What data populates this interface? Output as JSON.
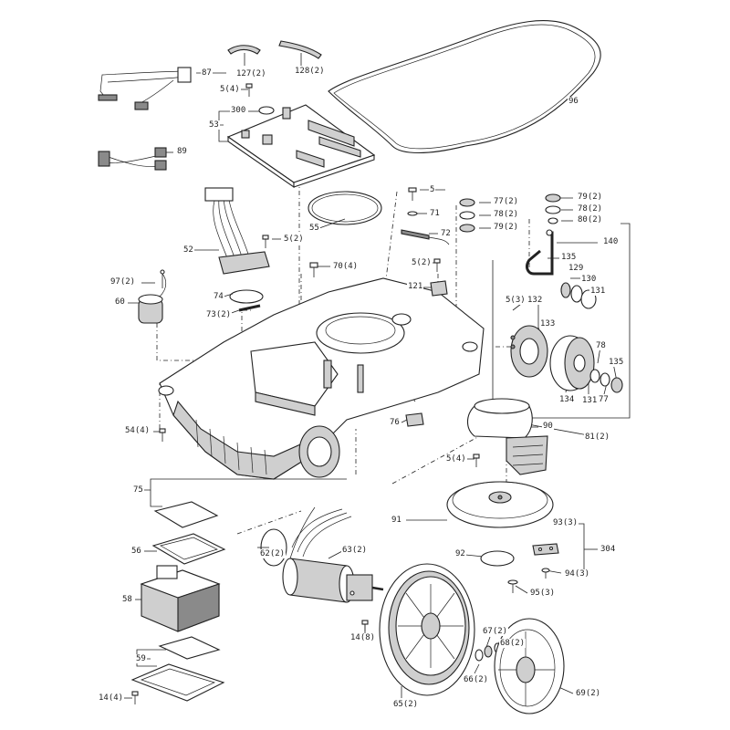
{
  "callouts": [
    {
      "id": "87",
      "label": "87"
    },
    {
      "id": "127",
      "label": "127(2)"
    },
    {
      "id": "128",
      "label": "128(2)"
    },
    {
      "id": "96",
      "label": "96"
    },
    {
      "id": "5a",
      "label": "5(4)"
    },
    {
      "id": "300",
      "label": "300"
    },
    {
      "id": "53",
      "label": "53"
    },
    {
      "id": "89",
      "label": "89"
    },
    {
      "id": "5b",
      "label": "5"
    },
    {
      "id": "77a",
      "label": "77(2)"
    },
    {
      "id": "79a",
      "label": "79(2)"
    },
    {
      "id": "71",
      "label": "71"
    },
    {
      "id": "78a",
      "label": "78(2)"
    },
    {
      "id": "78b",
      "label": "78(2)"
    },
    {
      "id": "55",
      "label": "55"
    },
    {
      "id": "79b",
      "label": "79(2)"
    },
    {
      "id": "80",
      "label": "80(2)"
    },
    {
      "id": "72",
      "label": "72"
    },
    {
      "id": "5c",
      "label": "5(2)"
    },
    {
      "id": "140",
      "label": "140"
    },
    {
      "id": "52",
      "label": "52"
    },
    {
      "id": "70",
      "label": "70(4)"
    },
    {
      "id": "5d",
      "label": "5(2)"
    },
    {
      "id": "135a",
      "label": "135"
    },
    {
      "id": "129",
      "label": "129"
    },
    {
      "id": "97",
      "label": "97(2)"
    },
    {
      "id": "121",
      "label": "121"
    },
    {
      "id": "130",
      "label": "130"
    },
    {
      "id": "60",
      "label": "60"
    },
    {
      "id": "74",
      "label": "74"
    },
    {
      "id": "5e",
      "label": "5(3)"
    },
    {
      "id": "131a",
      "label": "131"
    },
    {
      "id": "132",
      "label": "132"
    },
    {
      "id": "73",
      "label": "73(2)"
    },
    {
      "id": "133",
      "label": "133"
    },
    {
      "id": "78c",
      "label": "78"
    },
    {
      "id": "135b",
      "label": "135"
    },
    {
      "id": "134",
      "label": "134"
    },
    {
      "id": "131b",
      "label": "131"
    },
    {
      "id": "77b",
      "label": "77"
    },
    {
      "id": "76",
      "label": "76"
    },
    {
      "id": "54",
      "label": "54(4)"
    },
    {
      "id": "90",
      "label": "90"
    },
    {
      "id": "81",
      "label": "81(2)"
    },
    {
      "id": "5f",
      "label": "5(4)"
    },
    {
      "id": "75",
      "label": "75"
    },
    {
      "id": "91",
      "label": "91"
    },
    {
      "id": "93",
      "label": "93(3)"
    },
    {
      "id": "304",
      "label": "304"
    },
    {
      "id": "56",
      "label": "56"
    },
    {
      "id": "62",
      "label": "62(2)"
    },
    {
      "id": "63",
      "label": "63(2)"
    },
    {
      "id": "92",
      "label": "92"
    },
    {
      "id": "94",
      "label": "94(3)"
    },
    {
      "id": "95",
      "label": "95(3)"
    },
    {
      "id": "58",
      "label": "58"
    },
    {
      "id": "67",
      "label": "67(2)"
    },
    {
      "id": "14a",
      "label": "14(8)"
    },
    {
      "id": "68",
      "label": "68(2)"
    },
    {
      "id": "59",
      "label": "59"
    },
    {
      "id": "66",
      "label": "66(2)"
    },
    {
      "id": "14b",
      "label": "14(4)"
    },
    {
      "id": "69",
      "label": "69(2)"
    },
    {
      "id": "65",
      "label": "65(2)"
    }
  ]
}
